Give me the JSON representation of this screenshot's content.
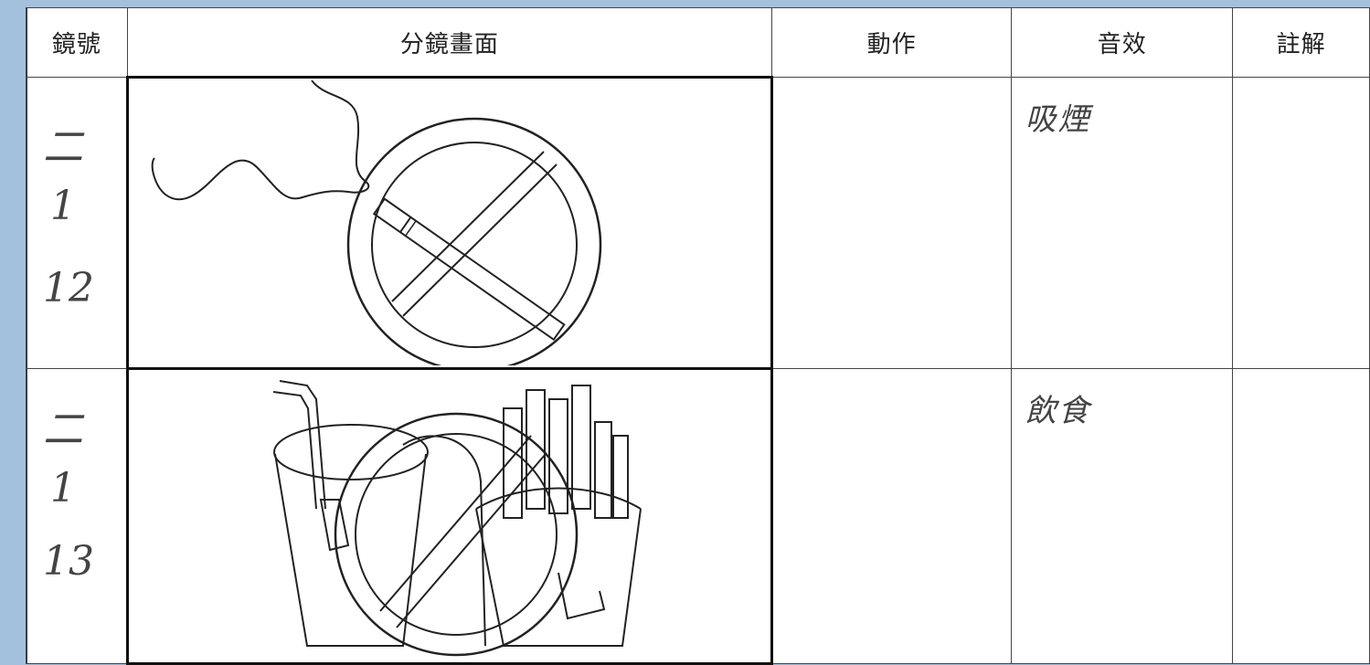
{
  "headers": {
    "shot": "鏡號",
    "frame": "分鏡畫面",
    "action": "動作",
    "sound": "音效",
    "notes": "註解"
  },
  "rows": [
    {
      "shot_lines": [
        "二",
        "1",
        "12"
      ],
      "frame_icon": "no-smoking-icon",
      "action": "",
      "sound": "吸煙",
      "notes": ""
    },
    {
      "shot_lines": [
        "二",
        "1",
        "13"
      ],
      "frame_icon": "no-food-drink-icon",
      "action": "",
      "sound": "飲食",
      "notes": ""
    }
  ]
}
